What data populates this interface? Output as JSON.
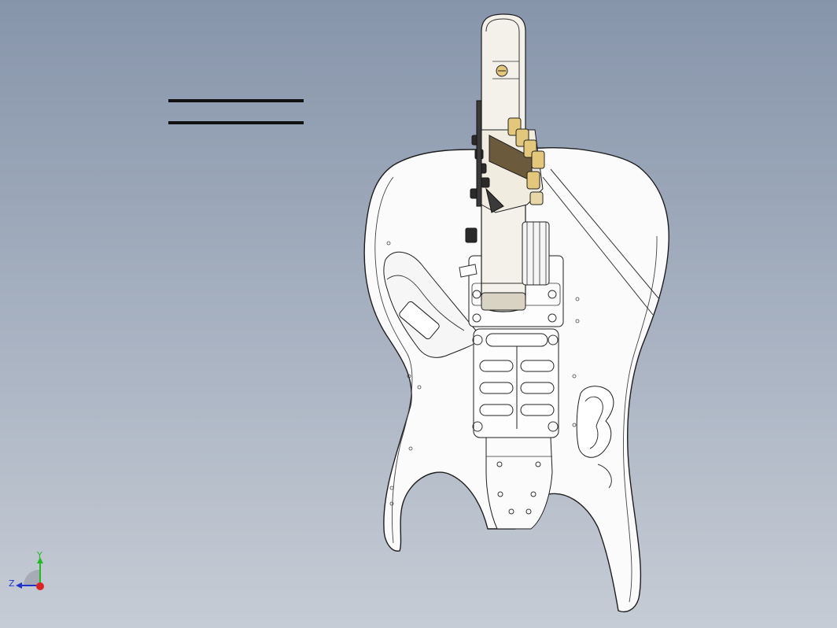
{
  "window": {
    "title": ""
  },
  "viewport": {
    "background_top": "#8795ab",
    "background_bottom": "#c6ccd5",
    "model_fill": "#fbfbfb",
    "model_edge": "#1e1e1e",
    "hardware_gold": "#e3c87c",
    "hardware_dark": "#2a2a2a"
  },
  "triad": {
    "y_label": "Y",
    "z_label": "Z",
    "y_color": "#22bb22",
    "z_color": "#2233cc",
    "x_color": "#dd2222"
  },
  "sketch": {
    "icon": "horizontal-sketch-lines"
  }
}
